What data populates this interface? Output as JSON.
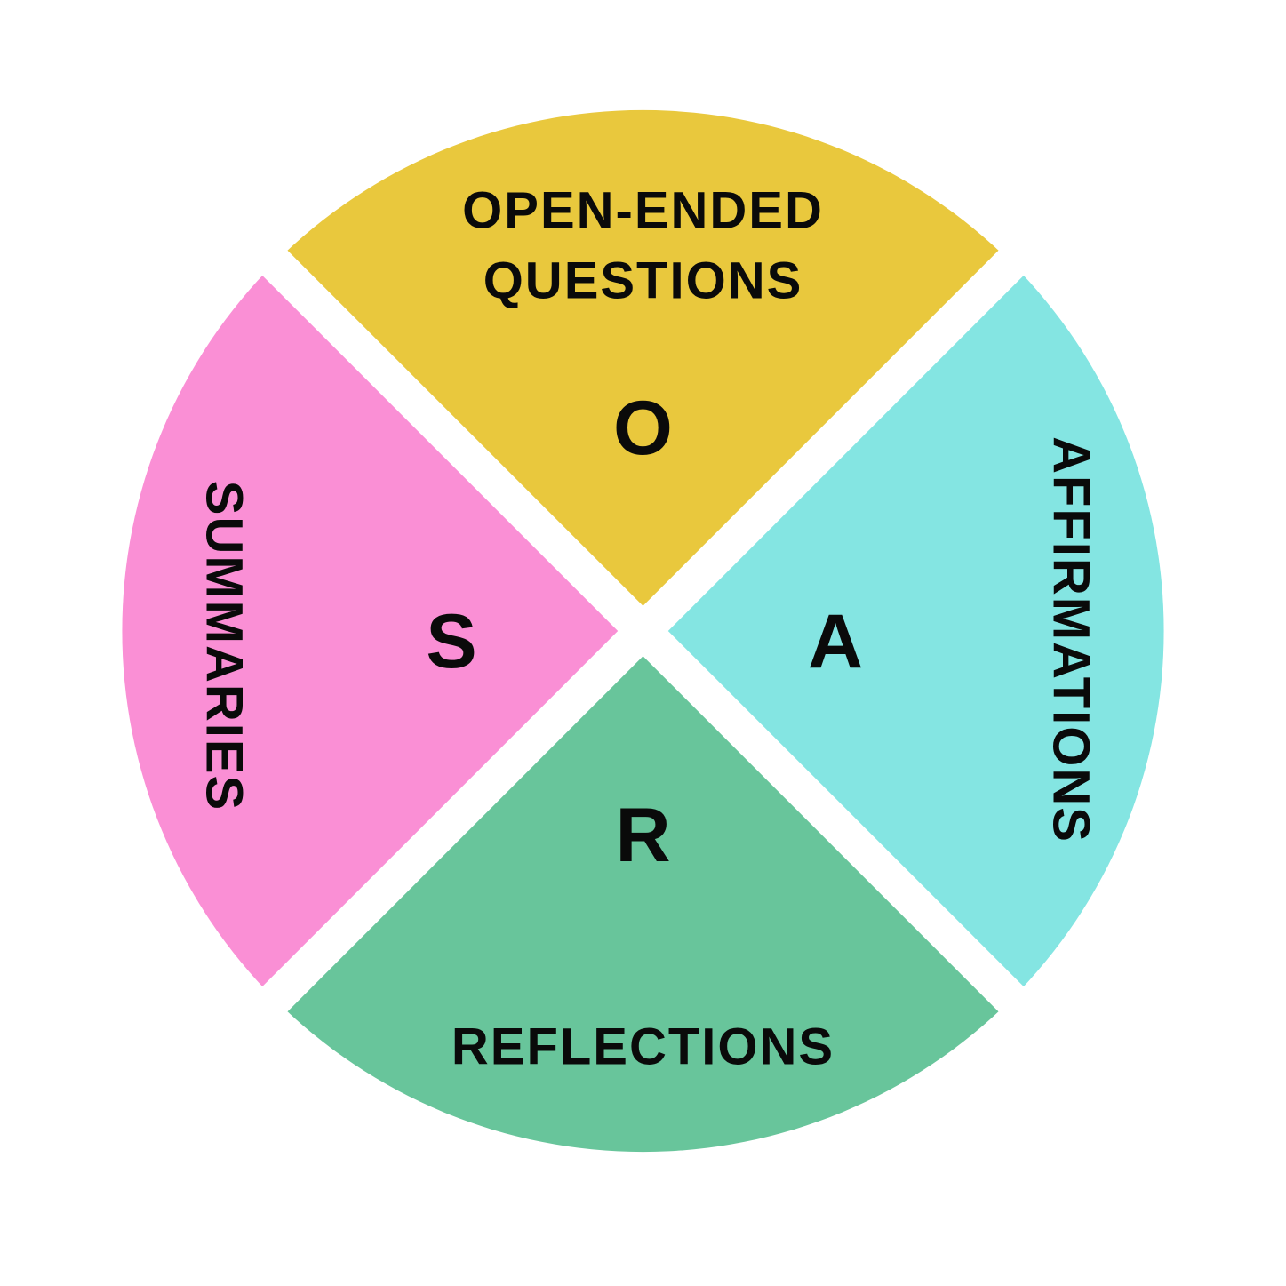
{
  "diagram": {
    "name": "OARS quadrant diagram",
    "background": "#ffffff",
    "divider_color": "#ffffff",
    "quadrants": [
      {
        "id": "open-ended-questions",
        "position": "top",
        "letter": "O",
        "label_line1": "OPEN-ENDED",
        "label_line2": "QUESTIONS",
        "color": "#e9c83d"
      },
      {
        "id": "affirmations",
        "position": "right",
        "letter": "A",
        "label_line1": "AFFIRMATIONS",
        "label_line2": "",
        "color": "#84e5e2"
      },
      {
        "id": "reflections",
        "position": "bottom",
        "letter": "R",
        "label_line1": "REFLECTIONS",
        "label_line2": "",
        "color": "#68c59b"
      },
      {
        "id": "summaries",
        "position": "left",
        "letter": "S",
        "label_line1": "SUMMARIES",
        "label_line2": "",
        "color": "#fa8fd5"
      }
    ]
  }
}
